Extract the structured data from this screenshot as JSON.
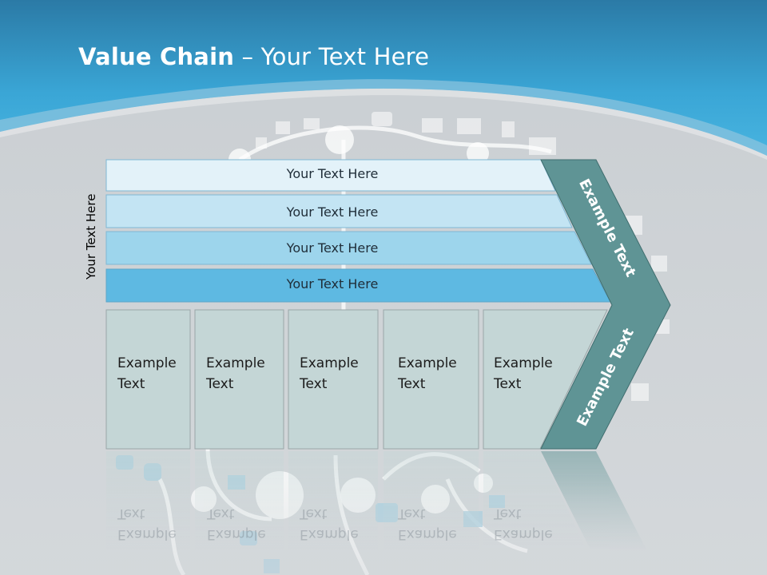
{
  "slide": {
    "title_bold": "Value Chain",
    "title_rest": " – Your Text Here",
    "vertical_label": "Your Text Here"
  },
  "support_rows": [
    {
      "label": "Your Text Here"
    },
    {
      "label": "Your Text Here"
    },
    {
      "label": "Your Text Here"
    },
    {
      "label": "Your Text Here"
    }
  ],
  "primary_boxes": [
    {
      "line1": "Example",
      "line2": "Text"
    },
    {
      "line1": "Example",
      "line2": "Text"
    },
    {
      "line1": "Example",
      "line2": "Text"
    },
    {
      "line1": "Example",
      "line2": "Text"
    },
    {
      "line1": "Example",
      "line2": "Text"
    }
  ],
  "chevron": {
    "top_label": "Example Text",
    "bottom_label": "Example Text"
  },
  "colors": {
    "header_blue": "#3aa6d6",
    "row1": "#e3f2f9",
    "row2": "#c3e4f3",
    "row3": "#9dd5ec",
    "row4": "#5eb9e2",
    "box_fill": "#c4d6d6",
    "chevron_fill": "#5f9495"
  }
}
